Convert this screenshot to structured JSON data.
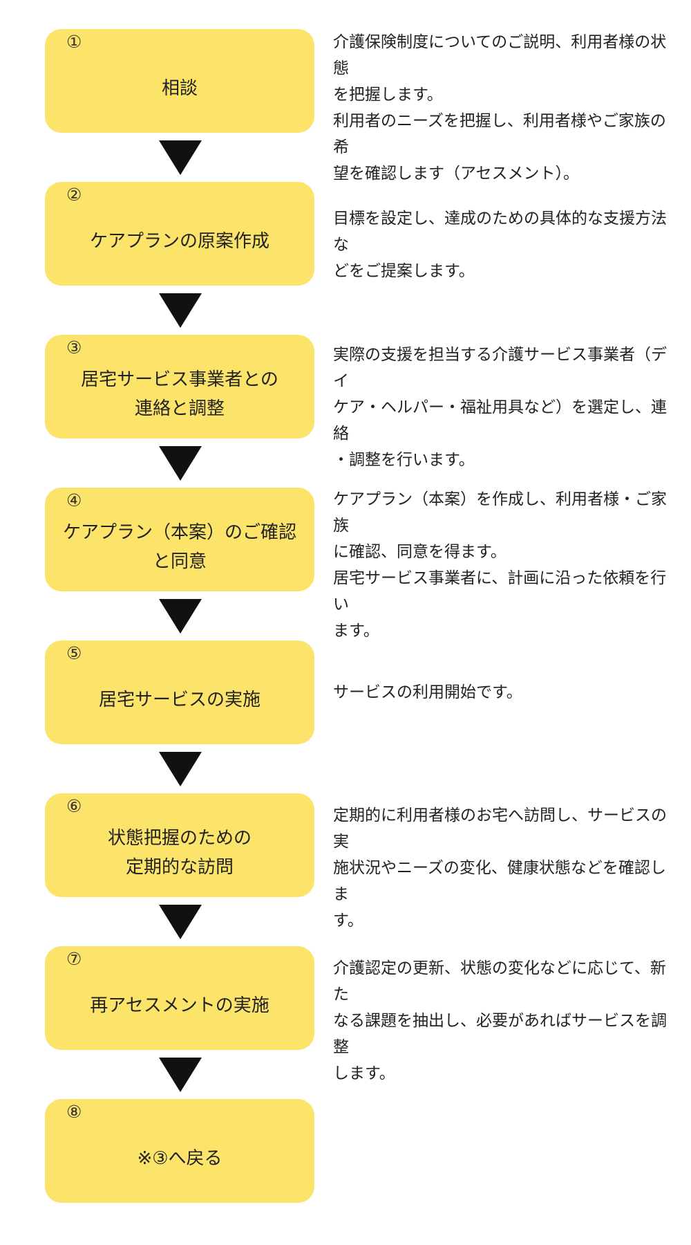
{
  "colors": {
    "box_fill": "#FCE46B",
    "arrow": "#111111"
  },
  "steps": [
    {
      "number": "①",
      "title": "相談",
      "description": "介護保険制度についてのご説明、利用者様の状態\nを把握します。\n利用者のニーズを把握し、利用者様やご家族の希\n望を確認します（アセスメント）。"
    },
    {
      "number": "②",
      "title": "ケアプランの原案作成",
      "description": "目標を設定し、達成のための具体的な支援方法な\nどをご提案します。"
    },
    {
      "number": "③",
      "title": "居宅サービス事業者との\n連絡と調整",
      "description": "実際の支援を担当する介護サービス事業者（デイ\nケア・ヘルパー・福祉用具など）を選定し、連絡\n・調整を行います。"
    },
    {
      "number": "④",
      "title": "ケアプラン（本案）のご確認\nと同意",
      "description": "ケアプラン（本案）を作成し、利用者様・ご家族\nに確認、同意を得ます。\n居宅サービス事業者に、計画に沿った依頼を行い\nます。"
    },
    {
      "number": "⑤",
      "title": "居宅サービスの実施",
      "description": "サービスの利用開始です。"
    },
    {
      "number": "⑥",
      "title": "状態把握のための\n定期的な訪問",
      "description": "定期的に利用者様のお宅へ訪問し、サービスの実\n施状況やニーズの変化、健康状態などを確認しま\nす。"
    },
    {
      "number": "⑦",
      "title": "再アセスメントの実施",
      "description": "介護認定の更新、状態の変化などに応じて、新た\nなる課題を抽出し、必要があればサービスを調整\nします。"
    },
    {
      "number": "⑧",
      "title": "※③へ戻る",
      "description": ""
    }
  ]
}
